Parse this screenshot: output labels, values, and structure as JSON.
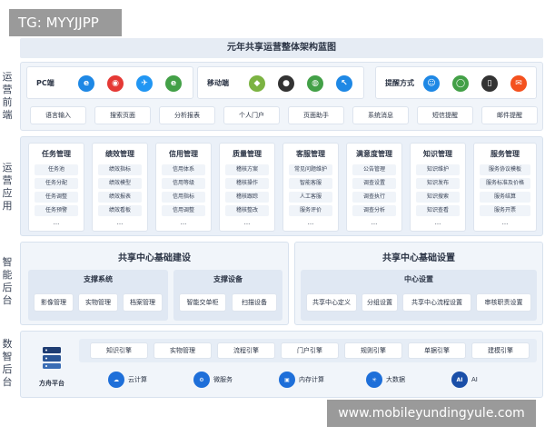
{
  "watermarks": {
    "top": "TG: MYYJJPP",
    "bottom": "www.mobileyundingyule.com"
  },
  "title": "元年共享运营整体架构蓝图",
  "side_labels": [
    "运营前端",
    "运营应用",
    "智能后台",
    "数智后台"
  ],
  "front": {
    "groups": [
      {
        "label": "PC端",
        "icons": [
          {
            "name": "ie-icon",
            "color": "#1e88e5",
            "glyph": "e"
          },
          {
            "name": "chrome-icon",
            "color": "#e53935",
            "glyph": "◉"
          },
          {
            "name": "safari-icon",
            "color": "#2196f3",
            "glyph": "✈"
          },
          {
            "name": "edge-icon",
            "color": "#43a047",
            "glyph": "e"
          }
        ]
      },
      {
        "label": "移动端",
        "icons": [
          {
            "name": "android-icon",
            "color": "#7cb342",
            "glyph": "◆"
          },
          {
            "name": "apple-icon",
            "color": "#333333",
            "glyph": "●"
          },
          {
            "name": "wechat-icon",
            "color": "#43a047",
            "glyph": "◍"
          },
          {
            "name": "app-icon",
            "color": "#1e88e5",
            "glyph": "↖"
          }
        ]
      },
      {
        "label": "提醒方式",
        "icons": [
          {
            "name": "robot-icon",
            "color": "#1e88e5",
            "glyph": "☺"
          },
          {
            "name": "message-icon",
            "color": "#43a047",
            "glyph": "◯"
          },
          {
            "name": "phone-icon",
            "color": "#333333",
            "glyph": "▯"
          },
          {
            "name": "mail-icon",
            "color": "#f4511e",
            "glyph": "✉"
          }
        ]
      }
    ],
    "pills": [
      "语言输入",
      "搜索页面",
      "分析报表",
      "个人门户",
      "页面助手",
      "系统消息",
      "短信提醒",
      "邮件提醒"
    ]
  },
  "apps": [
    {
      "title": "任务管理",
      "items": [
        "任务池",
        "任务分配",
        "任务调整",
        "任务预警"
      ]
    },
    {
      "title": "绩效管理",
      "items": [
        "绩效指标",
        "绩效模型",
        "绩效报表",
        "绩效看板"
      ]
    },
    {
      "title": "信用管理",
      "items": [
        "信用体系",
        "信用等级",
        "信用指标",
        "信用调整"
      ]
    },
    {
      "title": "质量管理",
      "items": [
        "稽核方案",
        "稽核操作",
        "稽核跟踪",
        "稽核整改"
      ]
    },
    {
      "title": "客服管理",
      "items": [
        "常见问题维护",
        "智能客服",
        "人工客服",
        "服务评价"
      ]
    },
    {
      "title": "满意度管理",
      "items": [
        "公告管理",
        "调查设置",
        "调查执行",
        "调查分析"
      ]
    },
    {
      "title": "知识管理",
      "items": [
        "知识维护",
        "知识发布",
        "知识搜索",
        "知识查看"
      ]
    },
    {
      "title": "服务管理",
      "items": [
        "服务协议模板",
        "服务标准及价格",
        "服务结算",
        "服务开票"
      ]
    }
  ],
  "ellipsis": "...",
  "shared_build": {
    "title": "共享中心基础建设",
    "panels": [
      {
        "title": "支撑系统",
        "items": [
          "影像管理",
          "实物管理",
          "档案管理"
        ]
      },
      {
        "title": "支撑设备",
        "items": [
          "智能交单柜",
          "扫描设备"
        ]
      }
    ]
  },
  "shared_setting": {
    "title": "共享中心基础设置",
    "panel": {
      "title": "中心设置",
      "items": [
        "共享中心定义",
        "分组设置",
        "共享中心流程设置",
        "审核职责设置"
      ]
    }
  },
  "platform": {
    "label": "方舟平台",
    "engines": [
      "知识引擎",
      "实物管理",
      "流程引擎",
      "门户引擎",
      "规则引擎",
      "单据引擎",
      "建模引擎"
    ],
    "tech": [
      {
        "label": "云计算",
        "icon": "cloud-icon",
        "color": "#1e6fd9",
        "glyph": "☁"
      },
      {
        "label": "微服务",
        "icon": "microservice-icon",
        "color": "#1e6fd9",
        "glyph": "⚙"
      },
      {
        "label": "内存计算",
        "icon": "memory-icon",
        "color": "#1e6fd9",
        "glyph": "▣"
      },
      {
        "label": "大数据",
        "icon": "bigdata-icon",
        "color": "#1e6fd9",
        "glyph": "✳"
      },
      {
        "label": "AI",
        "icon": "ai-icon",
        "color": "#1a4fa8",
        "glyph": "AI"
      }
    ]
  }
}
